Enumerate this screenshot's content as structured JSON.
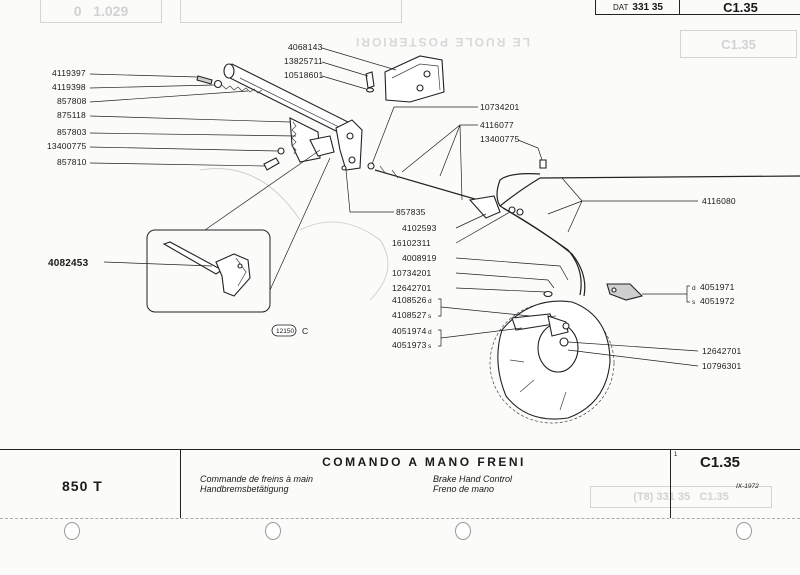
{
  "header": {
    "dat_label": "DAT",
    "dat_number": "331 35",
    "sheet_code": "C1.35"
  },
  "diagram": {
    "top_left_labels": [
      "4119397",
      "4119398",
      "857808",
      "875118",
      "857803",
      "13400775",
      "857810"
    ],
    "top_center_labels": [
      "4068143",
      "13825711",
      "10518601"
    ],
    "mid_labels": [
      "10734201",
      "4116077",
      "13400775"
    ],
    "right_label": "4116080",
    "inset_label": "4082453",
    "lower_left_labels": [
      "857835",
      "4102593",
      "16102311",
      "4008919",
      "10734201",
      "12642701"
    ],
    "side_groups": [
      {
        "left": "4108526",
        "left_side": "d",
        "right": "4108527",
        "right_side": "s"
      },
      {
        "left": "4051974",
        "left_side": "d",
        "right": "4051973",
        "right_side": "s"
      }
    ],
    "plate_labels": {
      "d": "4051971",
      "s": "4051972",
      "d_side": "d",
      "s_side": "s"
    },
    "bottom_right_labels": [
      "12642701",
      "10796301"
    ],
    "ref_tag": "12150",
    "ref_letter": "C"
  },
  "footer": {
    "model": "850 T",
    "title": "COMANDO A MANO FRENI",
    "desc_fr": "Commande de freins à main",
    "desc_de": "Handbremsbetätigung",
    "desc_en": "Brake Hand Control",
    "desc_it": "Freno de mano",
    "code": "C1.35",
    "date": "IX-1972",
    "rev": "1"
  },
  "colors": {
    "ink": "#1a1a1a",
    "paper": "#fbfbf9",
    "ghost": "#d2d2d2"
  }
}
